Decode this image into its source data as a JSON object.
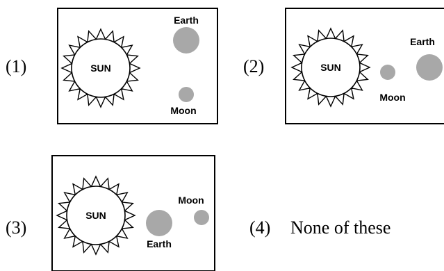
{
  "options": [
    {
      "number": "(1)",
      "labels": {
        "sun": "SUN",
        "earth": "Earth",
        "moon": "Moon"
      },
      "body_color": "#a8a8a8"
    },
    {
      "number": "(2)",
      "labels": {
        "sun": "SUN",
        "earth": "Earth",
        "moon": "Moon"
      },
      "body_color": "#a8a8a8"
    },
    {
      "number": "(3)",
      "labels": {
        "sun": "SUN",
        "earth": "Earth",
        "moon": "Moon"
      },
      "body_color": "#a8a8a8"
    },
    {
      "number": "(4)",
      "text": "None of these"
    }
  ]
}
